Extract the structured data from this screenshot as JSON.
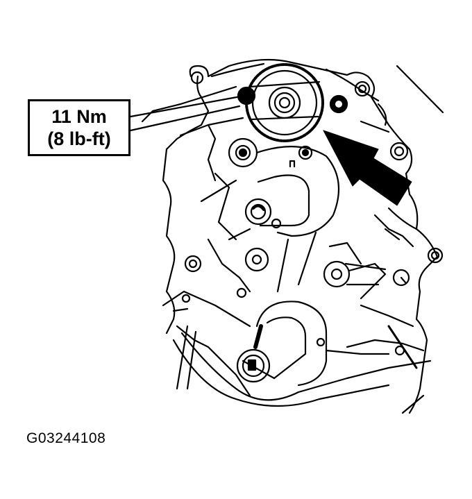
{
  "figure": {
    "subject": "engine front cover with oil pump gear, crankshaft and camshaft seals",
    "arrow_direction": "up-left toward gear retaining bolt"
  },
  "callout": {
    "torque_metric": "11 Nm",
    "torque_imperial": "(8 lb-ft)"
  },
  "figure_id": "G03244108",
  "colors": {
    "line": "#000000",
    "background": "#ffffff"
  }
}
